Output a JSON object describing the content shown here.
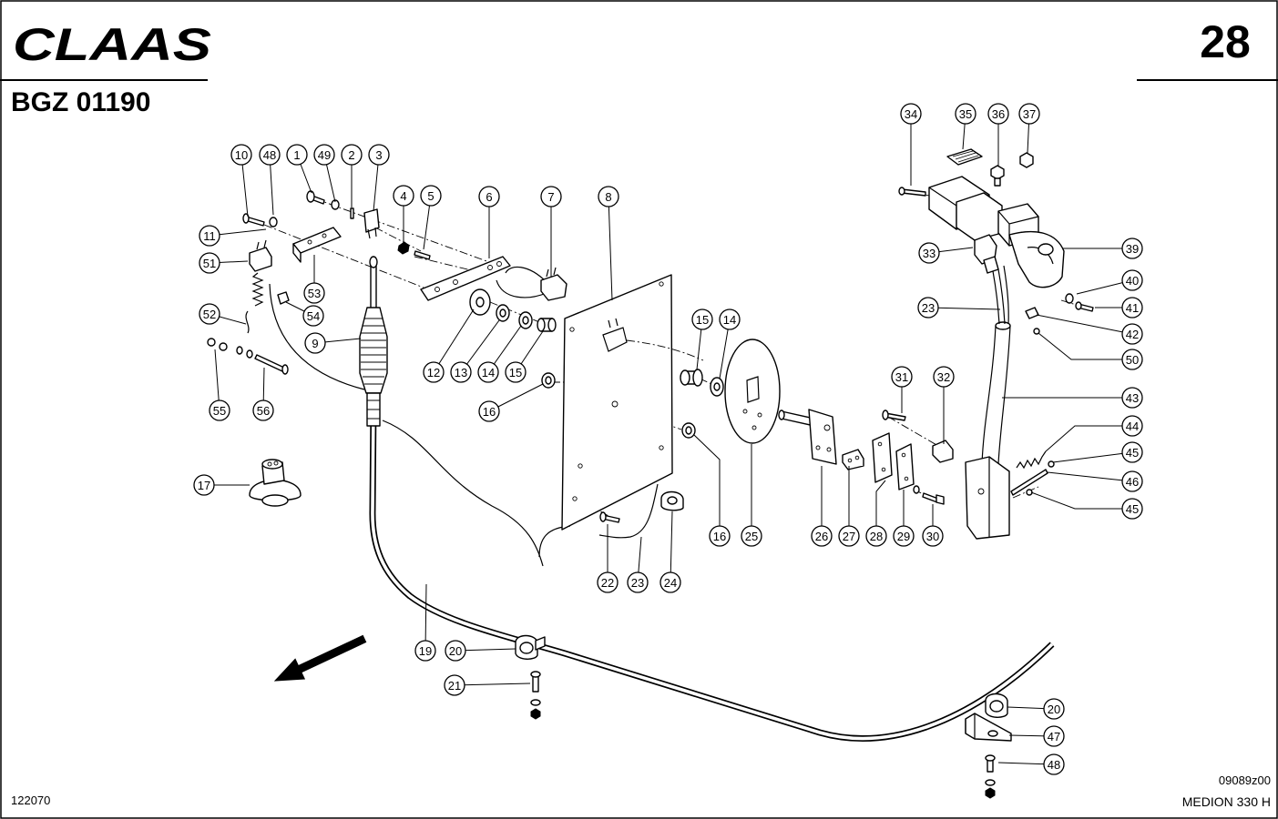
{
  "header": {
    "brand": "CLAAS",
    "page_number": "28",
    "doc_code": "BGZ 01190"
  },
  "footer": {
    "left_code": "122070",
    "drawing_no": "09089z00",
    "model": "MEDION 330 H"
  },
  "callouts": [
    "10",
    "48",
    "1",
    "49",
    "2",
    "3",
    "4",
    "5",
    "6",
    "7",
    "8",
    "11",
    "51",
    "52",
    "53",
    "54",
    "9",
    "12",
    "13",
    "14",
    "15",
    "15",
    "14",
    "55",
    "56",
    "16",
    "17",
    "16",
    "25",
    "26",
    "27",
    "28",
    "29",
    "30",
    "22",
    "23",
    "24",
    "19",
    "20",
    "21",
    "20",
    "47",
    "48",
    "34",
    "35",
    "36",
    "37",
    "33",
    "39",
    "40",
    "41",
    "23",
    "42",
    "50",
    "43",
    "31",
    "32",
    "44",
    "45",
    "46",
    "45"
  ]
}
